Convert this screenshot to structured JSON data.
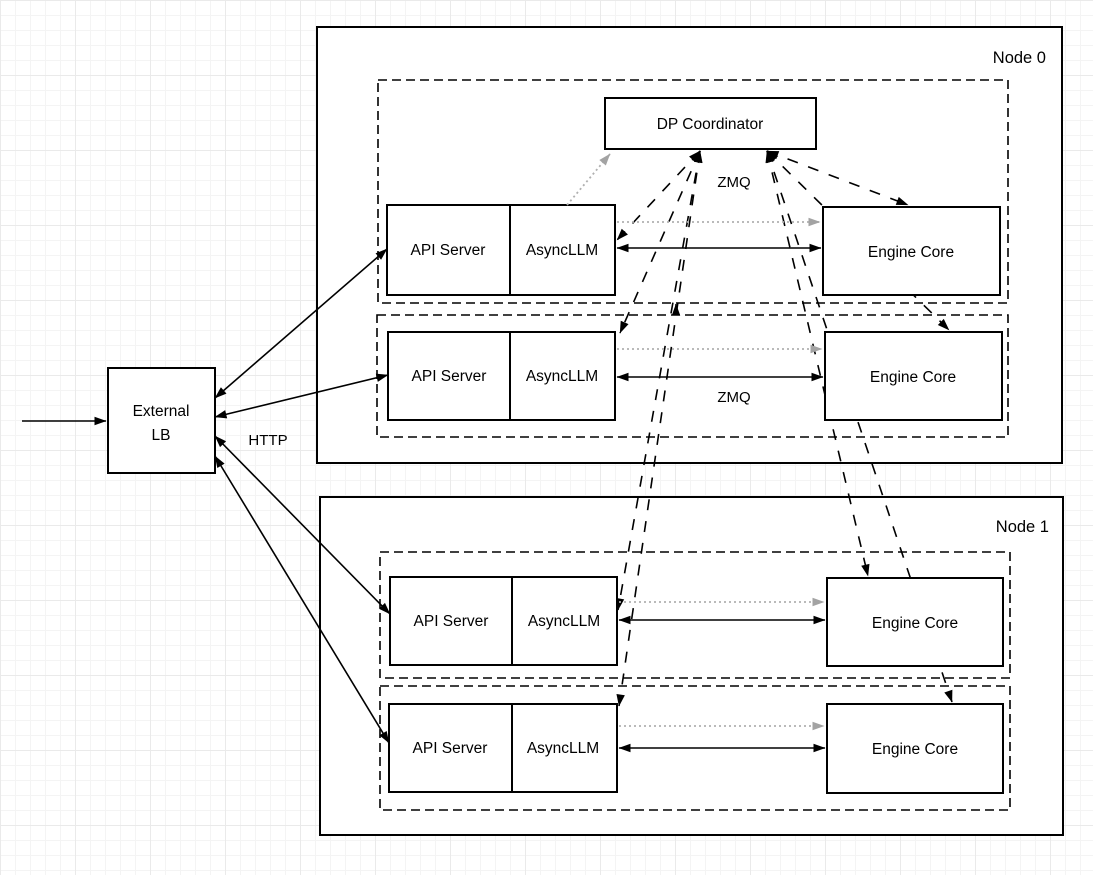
{
  "lb": {
    "line1": "External",
    "line2": "LB"
  },
  "dp": {
    "label": "DP Coordinator"
  },
  "labels": {
    "http": "HTTP",
    "zmq_coordinator": "ZMQ",
    "zmq_row": "ZMQ"
  },
  "node0": {
    "label": "Node 0",
    "rows": [
      {
        "api": "API Server",
        "async": "AsyncLLM",
        "engine": "Engine Core"
      },
      {
        "api": "API Server",
        "async": "AsyncLLM",
        "engine": "Engine Core"
      }
    ]
  },
  "node1": {
    "label": "Node 1",
    "rows": [
      {
        "api": "API Server",
        "async": "AsyncLLM",
        "engine": "Engine Core"
      },
      {
        "api": "API Server",
        "async": "AsyncLLM",
        "engine": "Engine Core"
      }
    ]
  },
  "colors": {
    "stroke": "#000000",
    "dotted_gray": "#b0b0b0",
    "background": "#ffffff"
  }
}
